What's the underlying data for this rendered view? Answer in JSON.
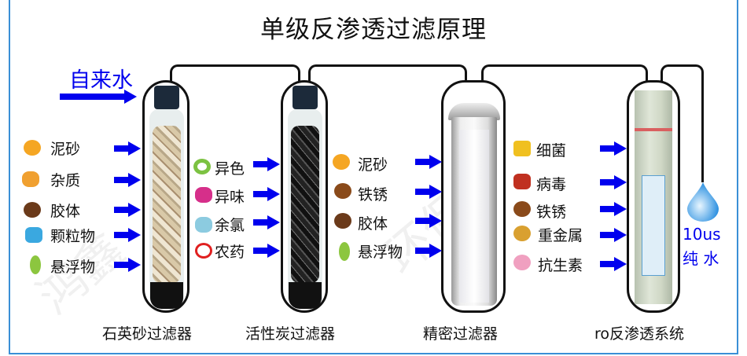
{
  "title": "单级反渗透过滤原理",
  "inlet_label": "自来水",
  "outlet": {
    "value": "10us",
    "label": "纯 水"
  },
  "stages": [
    {
      "name": "石英砂过滤器",
      "items": [
        "泥砂",
        "杂质",
        "胶体",
        "颗粒物",
        "悬浮物"
      ]
    },
    {
      "name": "活性炭过滤器",
      "items": [
        "异色",
        "异味",
        "余氯",
        "农药"
      ]
    },
    {
      "name": "精密过滤器",
      "items": [
        "泥砂",
        "铁锈",
        "胶体",
        "悬浮物"
      ]
    },
    {
      "name": "ro反渗透系统",
      "items": [
        "细菌",
        "病毒",
        "铁锈",
        "重金属",
        "抗生素"
      ]
    }
  ],
  "colors": {
    "arrow": "#0000ee",
    "frame": "#3a8fd6",
    "water": "#2a8fe0"
  }
}
